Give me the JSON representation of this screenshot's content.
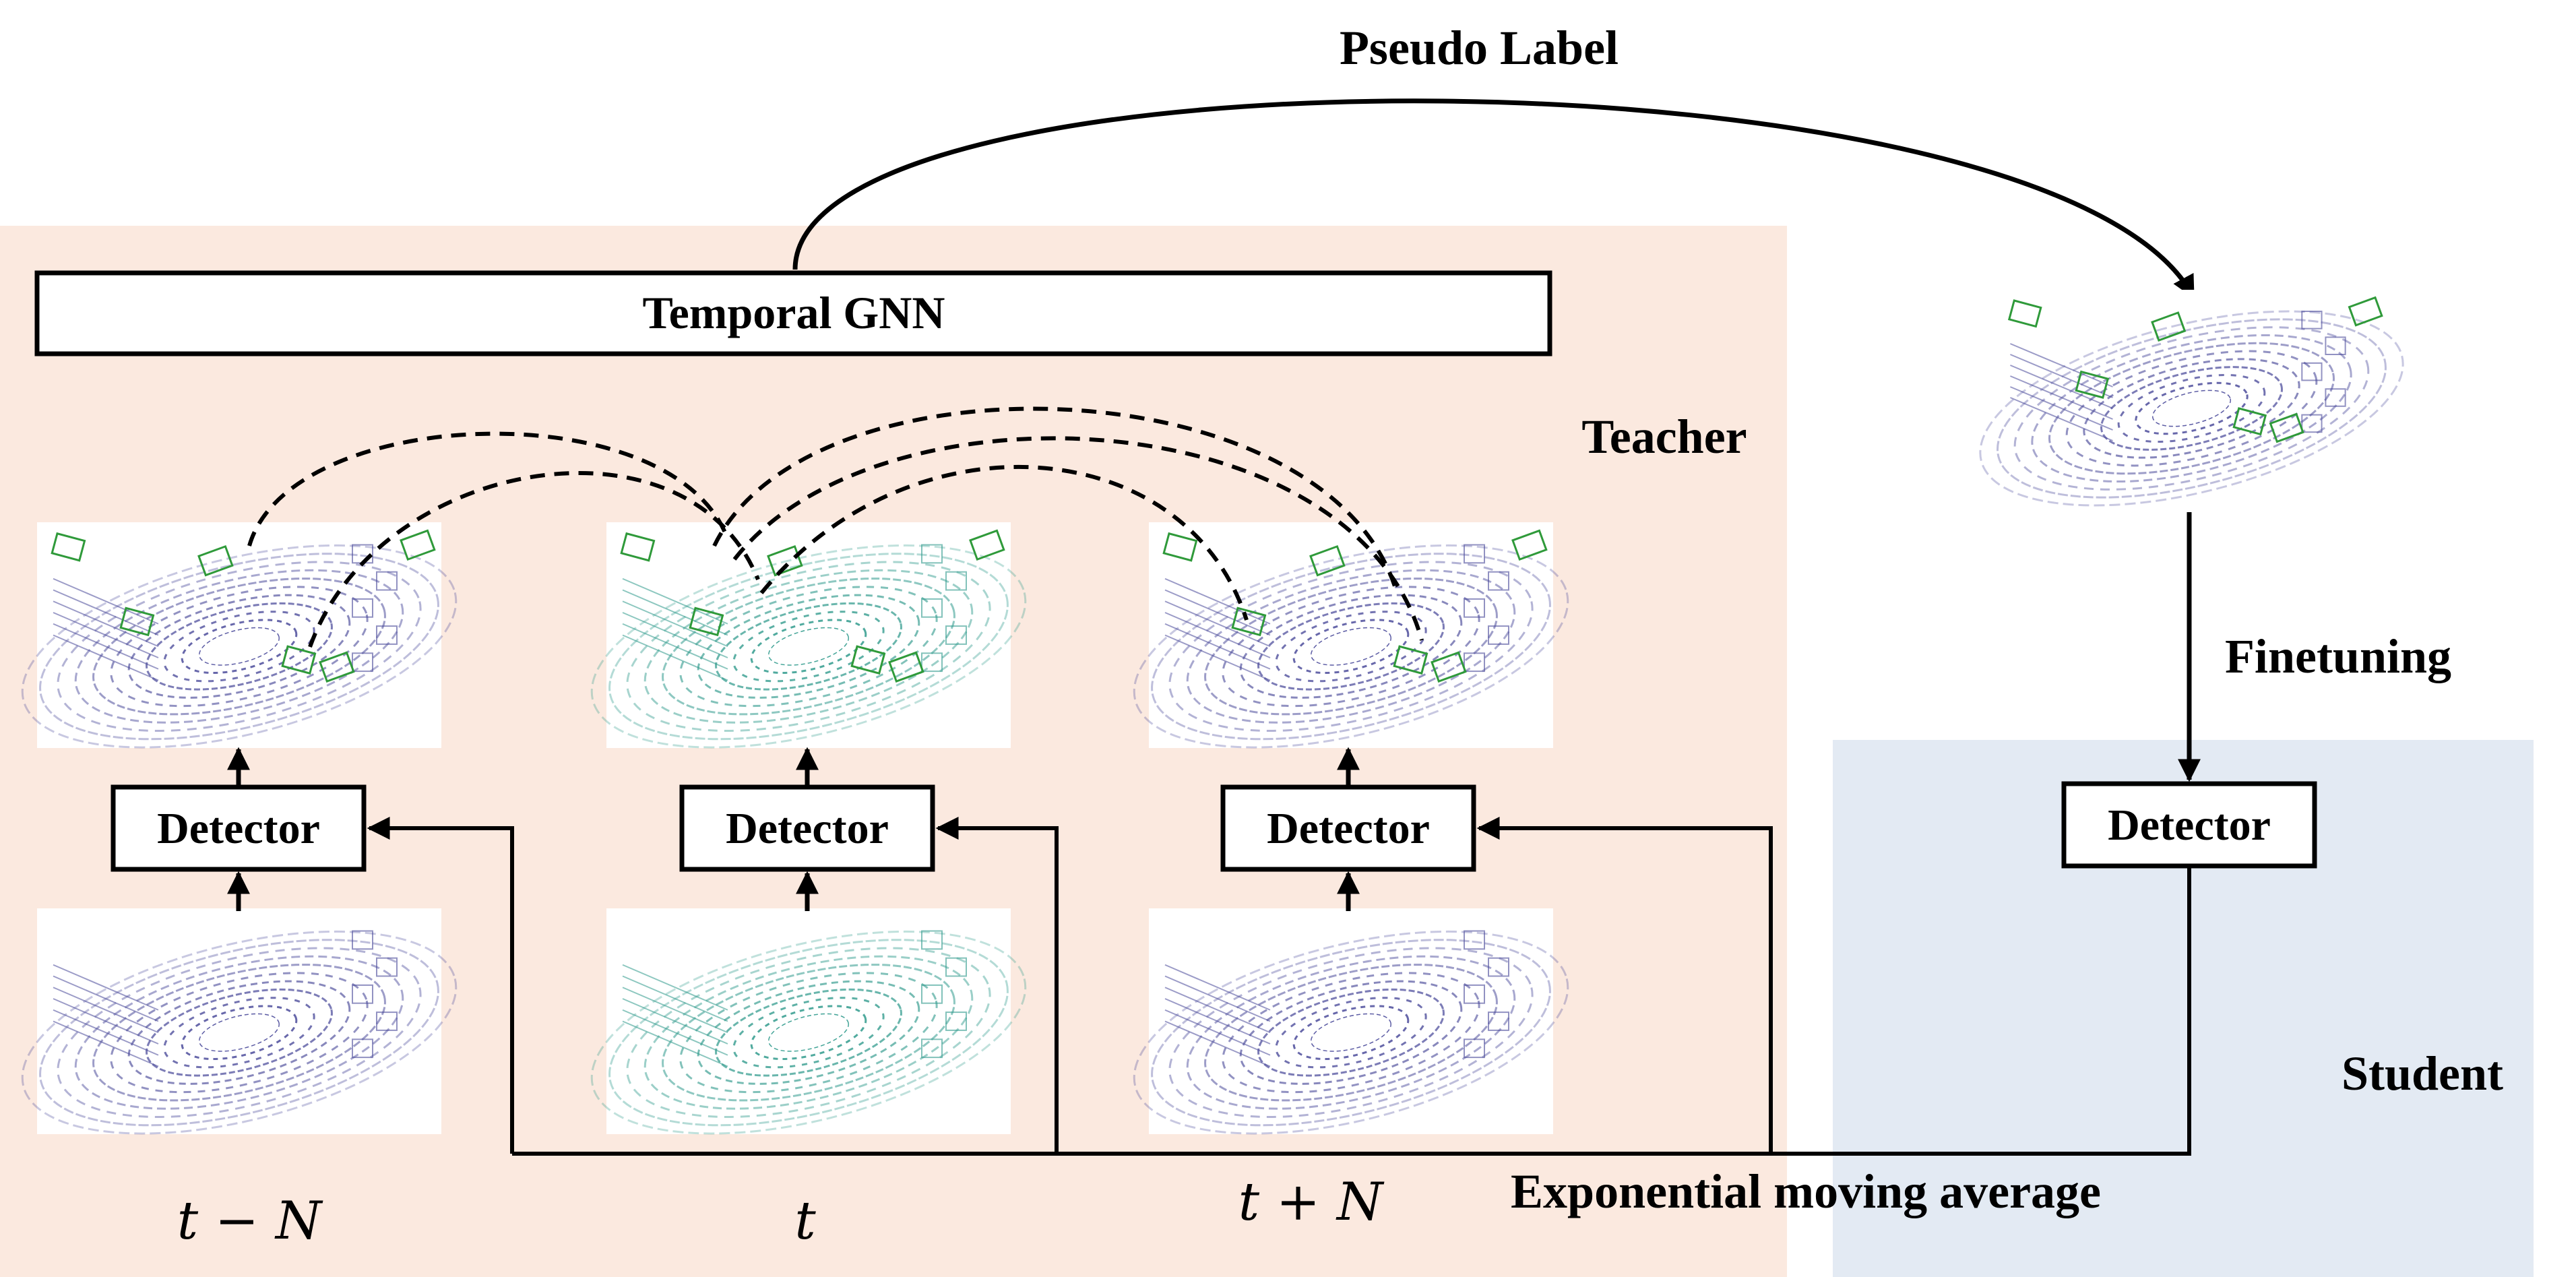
{
  "diagram": {
    "pseudo_label": "Pseudo Label",
    "temporal_gnn": "Temporal GNN",
    "teacher": "Teacher",
    "student": "Student",
    "finetuning": "Finetuning",
    "ema": "Exponential moving average",
    "detectors": [
      "Detector",
      "Detector",
      "Detector"
    ],
    "student_detector": "Detector",
    "time_labels": [
      "t − N",
      "t",
      "t + N"
    ],
    "colors": {
      "teacher_bg": "#fbe9df",
      "student_bg": "#e3eaf3",
      "points_a": "#4a4a9a",
      "points_b": "#2f9a8c",
      "box_green": "#2f9a3a"
    }
  }
}
